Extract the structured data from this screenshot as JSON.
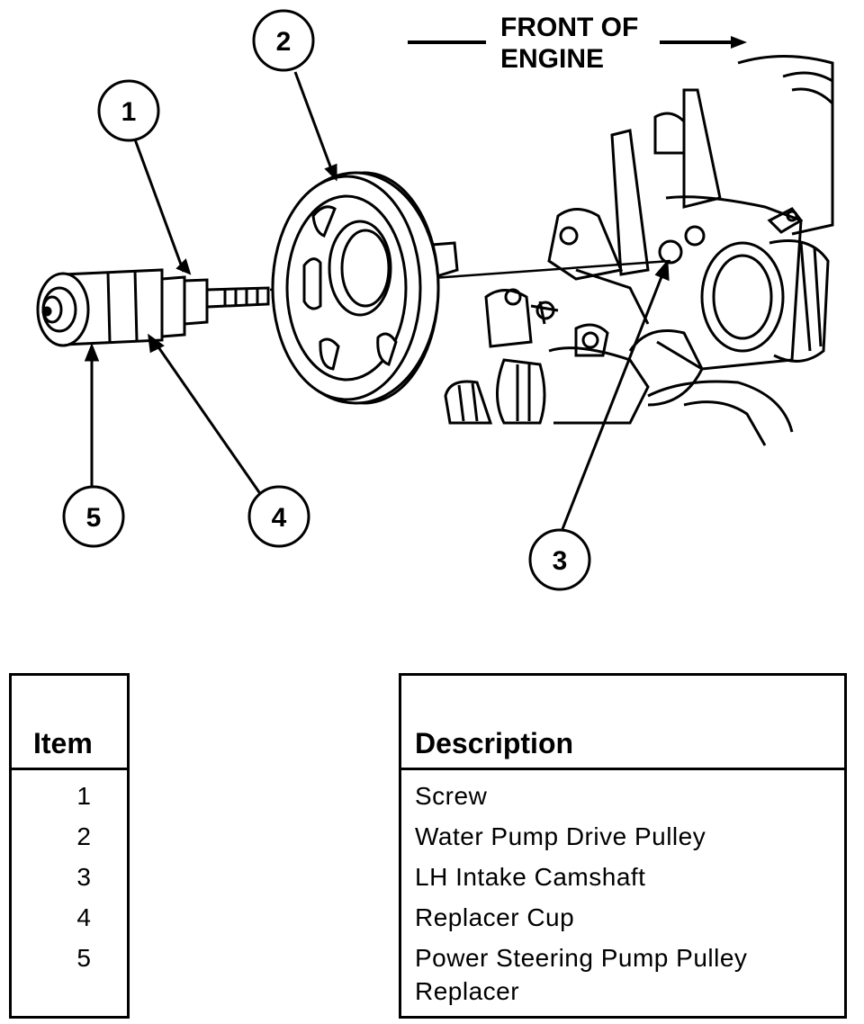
{
  "diagram": {
    "front_label_line1": "FRONT OF",
    "front_label_line2": "ENGINE",
    "callouts": [
      "1",
      "2",
      "3",
      "4",
      "5"
    ]
  },
  "table": {
    "item_header": "Item",
    "description_header": "Description",
    "rows": [
      {
        "item": "1",
        "description": "Screw"
      },
      {
        "item": "2",
        "description": "Water Pump Drive Pulley"
      },
      {
        "item": "3",
        "description": "LH Intake Camshaft"
      },
      {
        "item": "4",
        "description": "Replacer Cup"
      },
      {
        "item": "5",
        "description": "Power Steering Pump Pulley Replacer"
      }
    ]
  }
}
